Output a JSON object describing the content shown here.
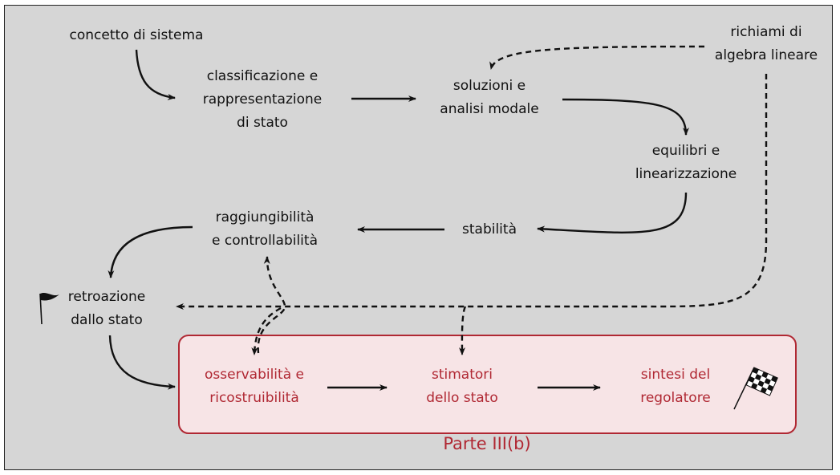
{
  "nodes": {
    "concetto": {
      "line1": "concetto di sistema"
    },
    "classificazione": {
      "line1": "classificazione e",
      "line2": "rappresentazione",
      "line3": "di stato"
    },
    "soluzioni": {
      "line1": "soluzioni e",
      "line2": "analisi modale"
    },
    "richiami": {
      "line1": "richiami di",
      "line2": "algebra lineare"
    },
    "equilibri": {
      "line1": "equilibri e",
      "line2": "linearizzazione"
    },
    "stabilita": {
      "line1": "stabilità"
    },
    "raggiungibilita": {
      "line1": "raggiungibilità",
      "line2": "e controllabilità"
    },
    "retroazione": {
      "line1": "retroazione",
      "line2": "dallo stato"
    },
    "osservabilita": {
      "line1": "osservabilità e",
      "line2": "ricostruibilità"
    },
    "stimatori": {
      "line1": "stimatori",
      "line2": "dello stato"
    },
    "sintesi": {
      "line1": "sintesi del",
      "line2": "regolatore"
    }
  },
  "part_label": "Parte III(b)",
  "colors": {
    "accent": "#b02833",
    "box_fill": "#f7e4e6",
    "background": "#d6d6d6",
    "ink": "#111111"
  },
  "icons": {
    "start": "flag-icon",
    "finish": "checkered-flag-icon"
  }
}
